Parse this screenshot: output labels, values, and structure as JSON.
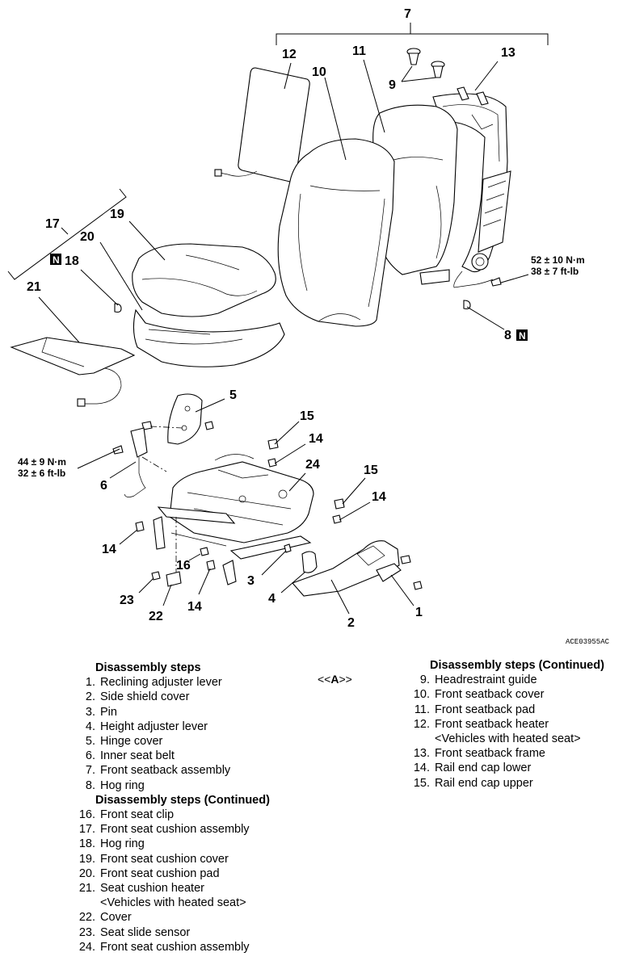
{
  "figure": {
    "callouts": {
      "c1": "1",
      "c2": "2",
      "c3": "3",
      "c4": "4",
      "c5": "5",
      "c6": "6",
      "c7": "7",
      "c8": "8",
      "c9": "9",
      "c10": "10",
      "c11": "11",
      "c12": "12",
      "c13": "13",
      "c14a": "14",
      "c14b": "14",
      "c14c": "14",
      "c14d": "14",
      "c15a": "15",
      "c15b": "15",
      "c16": "16",
      "c17": "17",
      "c18": "18",
      "c19": "19",
      "c20": "20",
      "c21": "21",
      "c22": "22",
      "c23": "23",
      "c24": "24"
    },
    "n_mark": "N",
    "torque_seatback_nm": "52 ± 10 N·m",
    "torque_seatback_ftlb": "38 ± 7 ft-lb",
    "torque_belt_nm": "44 ± 9 N·m",
    "torque_belt_ftlb": "32 ± 6 ft-lb",
    "figure_code": "ACE03955AC"
  },
  "ref_mark": {
    "open": "<<",
    "letter": "A",
    "close": ">>"
  },
  "steps_left": {
    "heading1": "Disassembly steps",
    "group1": [
      {
        "num": "1.",
        "text": "Reclining adjuster lever"
      },
      {
        "num": "2.",
        "text": "Side shield cover"
      },
      {
        "num": "3.",
        "text": "Pin"
      },
      {
        "num": "4.",
        "text": "Height adjuster lever"
      },
      {
        "num": "5.",
        "text": "Hinge cover"
      },
      {
        "num": "6.",
        "text": "Inner seat belt"
      },
      {
        "num": "7.",
        "text": "Front seatback assembly"
      },
      {
        "num": "8.",
        "text": "Hog ring"
      }
    ],
    "heading2": "Disassembly steps (Continued)",
    "group2": [
      {
        "num": "16.",
        "text": "Front seat clip"
      },
      {
        "num": "17.",
        "text": "Front seat cushion assembly"
      },
      {
        "num": "18.",
        "text": "Hog ring"
      },
      {
        "num": "19.",
        "text": "Front seat cushion cover"
      },
      {
        "num": "20.",
        "text": "Front seat cushion pad"
      },
      {
        "num": "21.",
        "text": "Seat cushion heater"
      }
    ],
    "note21": "<Vehicles with heated seat>",
    "group3": [
      {
        "num": "22.",
        "text": "Cover"
      },
      {
        "num": "23.",
        "text": "Seat slide sensor"
      },
      {
        "num": "24.",
        "text": "Front seat cushion assembly"
      }
    ]
  },
  "steps_right": {
    "heading": "Disassembly steps (Continued)",
    "group1": [
      {
        "num": "9.",
        "text": "Headrestraint guide"
      },
      {
        "num": "10.",
        "text": "Front seatback cover"
      },
      {
        "num": "11.",
        "text": "Front seatback pad"
      },
      {
        "num": "12.",
        "text": "Front seatback heater"
      }
    ],
    "note12": "<Vehicles with heated seat>",
    "group2": [
      {
        "num": "13.",
        "text": "Front seatback frame"
      },
      {
        "num": "14.",
        "text": "Rail end cap lower"
      },
      {
        "num": "15.",
        "text": "Rail end cap upper"
      }
    ]
  }
}
